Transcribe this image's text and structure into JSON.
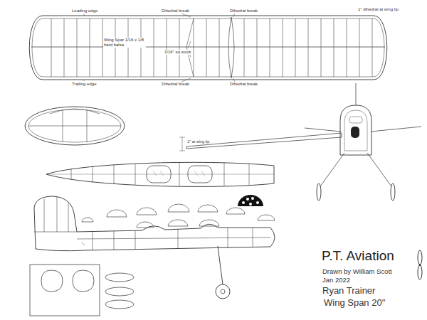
{
  "diagram": {
    "labels": [
      "Leading edge",
      "Dihedral break",
      "Dihedral break",
      "1\" dihedral at wing tip",
      "Wing Spar 1/16 x 1/8 hard balsa",
      "1/16\" sq stock",
      "Trailing edge",
      "Dihedral break",
      "Dihedral break",
      "1\" at wing tip",
      "P.T. Aviation",
      "Drawn by William Scott",
      "Jan 2022",
      "Ryan Trainer",
      "Wing Span 20\""
    ]
  }
}
